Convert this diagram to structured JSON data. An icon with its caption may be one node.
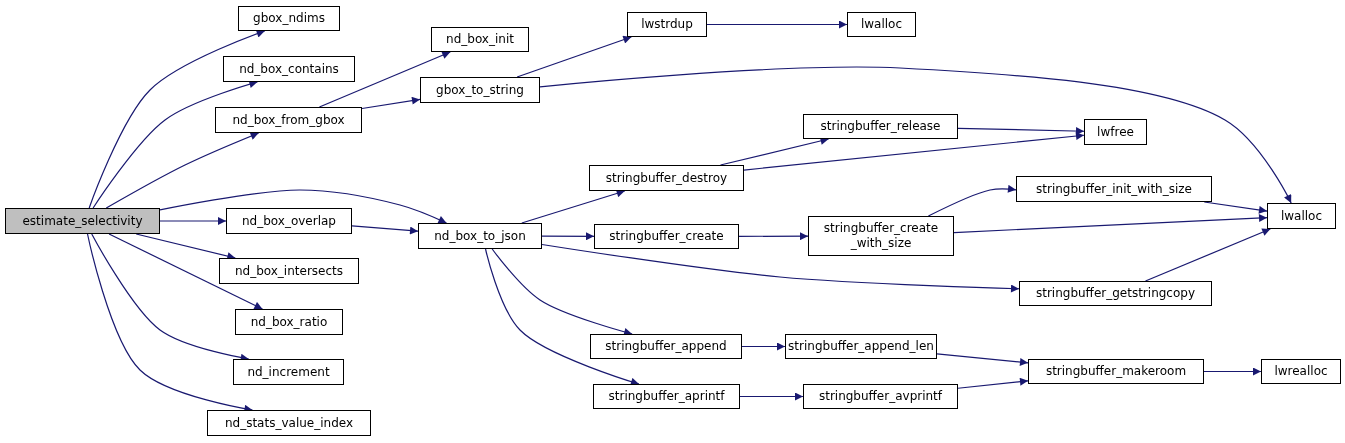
{
  "diagram": {
    "nodes": [
      {
        "text": [
          "estimate_selectivity"
        ]
      },
      {
        "text": [
          "gbox_ndims"
        ]
      },
      {
        "text": [
          "nd_box_contains"
        ]
      },
      {
        "text": [
          "nd_box_from_gbox"
        ]
      },
      {
        "text": [
          "nd_box_overlap"
        ]
      },
      {
        "text": [
          "nd_box_intersects"
        ]
      },
      {
        "text": [
          "nd_box_ratio"
        ]
      },
      {
        "text": [
          "nd_increment"
        ]
      },
      {
        "text": [
          "nd_stats_value_index"
        ]
      },
      {
        "text": [
          "nd_box_init"
        ]
      },
      {
        "text": [
          "gbox_to_string"
        ]
      },
      {
        "text": [
          "nd_box_to_json"
        ]
      },
      {
        "text": [
          "lwstrdup"
        ]
      },
      {
        "text": [
          "lwalloc"
        ]
      },
      {
        "text": [
          "stringbuffer_release"
        ]
      },
      {
        "text": [
          "lwfree"
        ]
      },
      {
        "text": [
          "stringbuffer_destroy"
        ]
      },
      {
        "text": [
          "stringbuffer_init_with_size"
        ]
      },
      {
        "text": [
          "lwalloc"
        ]
      },
      {
        "text": [
          "stringbuffer_create"
        ]
      },
      {
        "text": [
          "stringbuffer_create _with_size"
        ]
      },
      {
        "text": [
          "stringbuffer_getstringcopy"
        ]
      },
      {
        "text": [
          "stringbuffer_append"
        ]
      },
      {
        "text": [
          "stringbuffer_append_len"
        ]
      },
      {
        "text": [
          "stringbuffer_makeroom"
        ]
      },
      {
        "text": [
          "lwrealloc"
        ]
      },
      {
        "text": [
          "stringbuffer_aprintf"
        ]
      },
      {
        "text": [
          "stringbuffer_avprintf"
        ]
      }
    ],
    "edges": [
      {
        "from": 0,
        "to": 1,
        "arrow": "to"
      },
      {
        "from": 0,
        "to": 2,
        "arrow": "to"
      },
      {
        "from": 0,
        "to": 3,
        "arrow": "to"
      },
      {
        "from": 0,
        "to": 11,
        "arrow": "to"
      },
      {
        "from": 0,
        "to": 4,
        "arrow": "to"
      },
      {
        "from": 0,
        "to": 5,
        "arrow": "to"
      },
      {
        "from": 0,
        "to": 6,
        "arrow": "to"
      },
      {
        "from": 0,
        "to": 7,
        "arrow": "to"
      },
      {
        "from": 0,
        "to": 8,
        "arrow": "to"
      },
      {
        "from": 3,
        "to": 9,
        "arrow": "to"
      },
      {
        "from": 3,
        "to": 10,
        "arrow": "to"
      },
      {
        "from": 10,
        "to": 12,
        "arrow": "to"
      },
      {
        "from": 10,
        "to": 18,
        "arrow": "to"
      },
      {
        "from": 12,
        "to": 13,
        "arrow": "to"
      },
      {
        "from": 4,
        "to": 11,
        "arrow": "to"
      },
      {
        "from": 11,
        "to": 16,
        "arrow": "to"
      },
      {
        "from": 11,
        "to": 19,
        "arrow": "to"
      },
      {
        "from": 11,
        "to": 21,
        "arrow": "to"
      },
      {
        "from": 11,
        "to": 22,
        "arrow": "to"
      },
      {
        "from": 11,
        "to": 26,
        "arrow": "to"
      },
      {
        "from": 16,
        "to": 14,
        "arrow": "to"
      },
      {
        "from": 16,
        "to": 15,
        "arrow": "to"
      },
      {
        "from": 14,
        "to": 15,
        "arrow": "to"
      },
      {
        "from": 19,
        "to": 20,
        "arrow": "to"
      },
      {
        "from": 20,
        "to": 17,
        "arrow": "to"
      },
      {
        "from": 20,
        "to": 18,
        "arrow": "to"
      },
      {
        "from": 17,
        "to": 18,
        "arrow": "to"
      },
      {
        "from": 21,
        "to": 18,
        "arrow": "to"
      },
      {
        "from": 22,
        "to": 23,
        "arrow": "to"
      },
      {
        "from": 26,
        "to": 27,
        "arrow": "to"
      },
      {
        "from": 23,
        "to": 24,
        "arrow": "to"
      },
      {
        "from": 27,
        "to": 24,
        "arrow": "to"
      },
      {
        "from": 24,
        "to": 25,
        "arrow": "to"
      }
    ]
  }
}
